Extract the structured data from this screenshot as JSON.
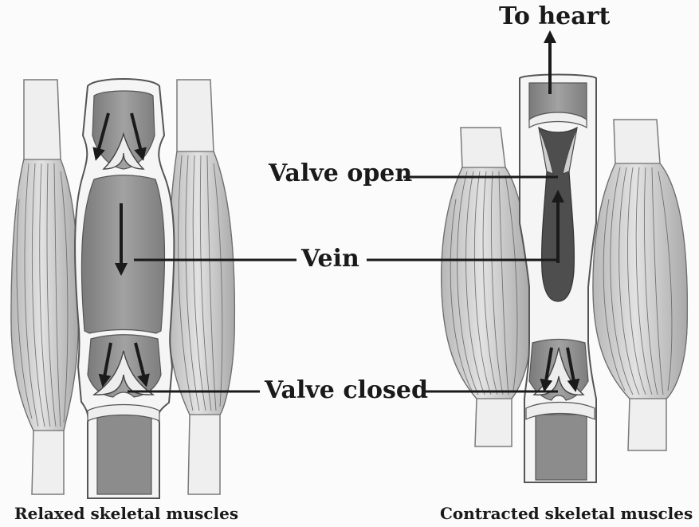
{
  "diagram": {
    "labels": {
      "to_heart": "To heart",
      "valve_open": "Valve open",
      "vein": "Vein",
      "valve_closed": "Valve closed"
    },
    "captions": {
      "relaxed": "Relaxed skeletal muscles",
      "contracted": "Contracted skeletal muscles"
    },
    "colors": {
      "background": "#fbfbfb",
      "muscle_fill": "#d4d4d4",
      "vein_outer": "#f4f4f4",
      "vein_interior": "#8e8e8e",
      "blood_dark": "#4e4e4e",
      "line": "#1a1a1a"
    }
  }
}
